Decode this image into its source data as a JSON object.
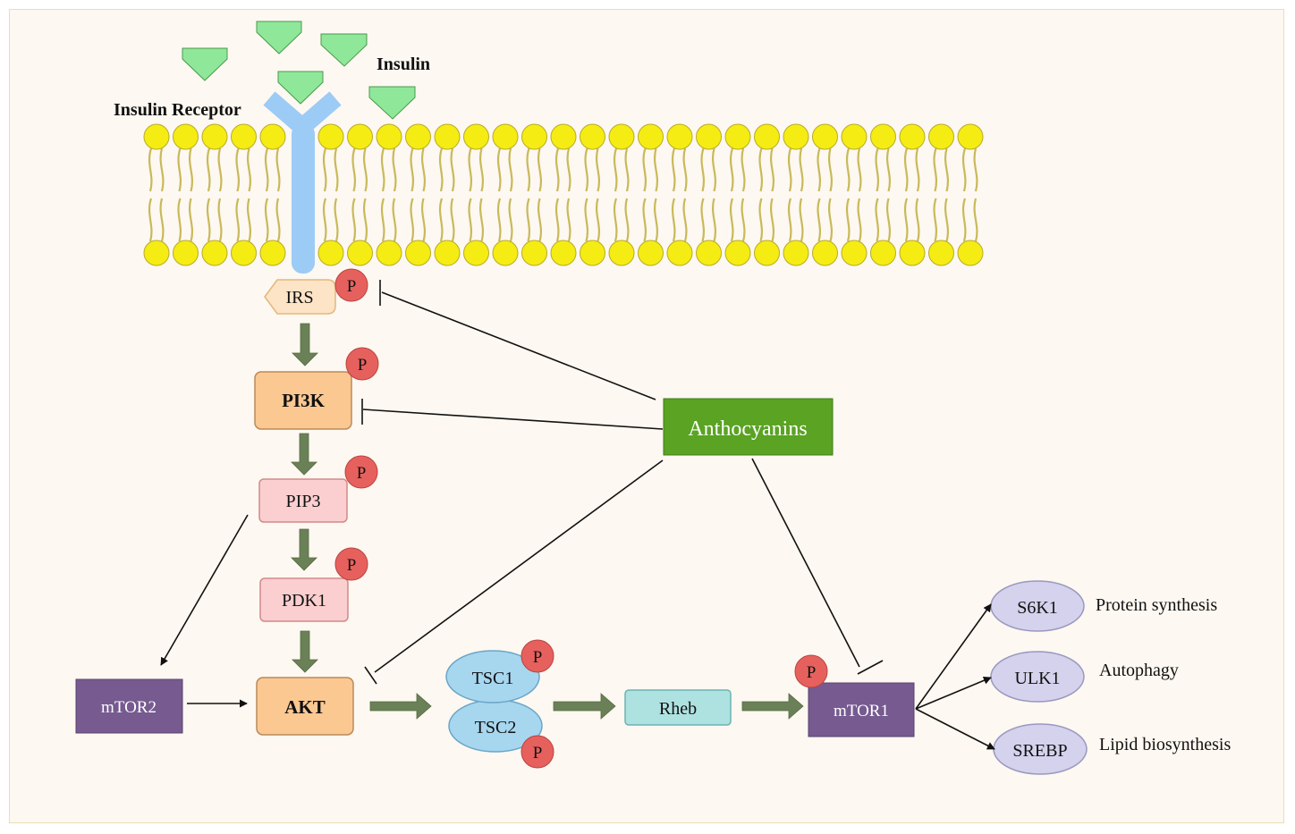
{
  "labels": {
    "insulin": "Insulin",
    "insulin_receptor": "Insulin Receptor",
    "anthocyanins": "Anthocyanins",
    "phospho": "P"
  },
  "nodes": {
    "irs": "IRS",
    "pi3k": "PI3K",
    "pip3": "PIP3",
    "pdk1": "PDK1",
    "akt": "AKT",
    "mtor2": "mTOR2",
    "tsc1": "TSC1",
    "tsc2": "TSC2",
    "rheb": "Rheb",
    "mtor1": "mTOR1",
    "s6k1": "S6K1",
    "ulk1": "ULK1",
    "srebp": "SREBP"
  },
  "outcomes": {
    "protein_synthesis": "Protein synthesis",
    "autophagy": "Autophagy",
    "lipid_biosynthesis": "Lipid biosynthesis"
  },
  "colors": {
    "background": "#fdf8f1",
    "lipid_head": "#f5ec13",
    "receptor": "#9ccbf6",
    "insulin": "#8fe79a",
    "irs": "#fde4c6",
    "pi3k_akt": "#fbc892",
    "pip3_pdk1": "#fbcfd0",
    "mtor": "#765a90",
    "tsc": "#a7d6ef",
    "rheb": "#aee2e1",
    "effector": "#d4d2ec",
    "anthocyanins": "#5aa323",
    "phospho": "#e6615d",
    "activation_arrow": "#6a8158"
  }
}
